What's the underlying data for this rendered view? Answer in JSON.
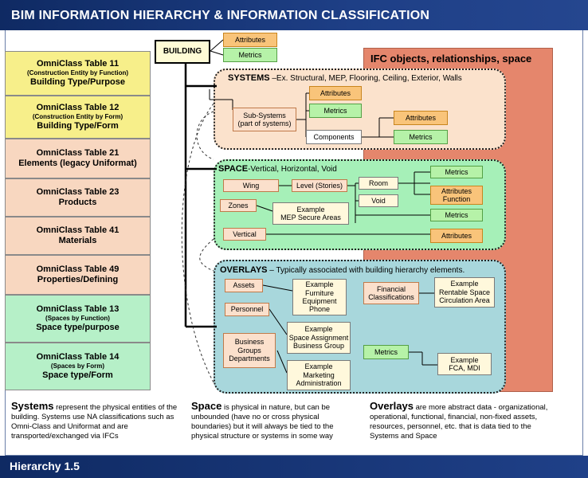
{
  "title": "BIM INFORMATION HIERARCHY & INFORMATION CLASSIFICATION",
  "footer": "Hierarchy 1.5",
  "ifc_label": "IFC objects, relationships, space",
  "tables": [
    {
      "title": "OmniClass Table 11",
      "sub": "(Construction Entity by Function)",
      "desc": "Building Type/Purpose"
    },
    {
      "title": "OmniClass Table 12",
      "sub": "(Construction Entity by Form)",
      "desc": "Building Type/Form"
    },
    {
      "title": "OmniClass Table 21",
      "sub": "",
      "desc": "Elements (legacy Uniformat)"
    },
    {
      "title": "OmniClass Table 23",
      "sub": "",
      "desc": "Products"
    },
    {
      "title": "OmniClass Table 41",
      "sub": "",
      "desc": "Materials"
    },
    {
      "title": "OmniClass Table 49",
      "sub": "",
      "desc": "Properties/Defining"
    },
    {
      "title": "OmniClass Table 13",
      "sub": "(Spaces by Function)",
      "desc": "Space type/purpose"
    },
    {
      "title": "OmniClass Table 14",
      "sub": "(Spaces by Form)",
      "desc": "Space type/Form"
    }
  ],
  "building": {
    "label": "BUILDING",
    "attributes": "Attributes",
    "metrics": "Metrics"
  },
  "systems": {
    "heading": "SYSTEMS",
    "desc": " –Ex. Structural, MEP, Flooring, Ceiling, Exterior, Walls",
    "subsystems_line1": "Sub-Systems",
    "subsystems_line2": "(part of systems)",
    "attributes": "Attributes",
    "metrics": "Metrics",
    "components": "Components",
    "comp_attributes": "Attributes",
    "comp_metrics": "Metrics"
  },
  "space": {
    "heading": "SPACE",
    "desc": "-Vertical, Horizontal, Void",
    "wing": "Wing",
    "level": "Level (Stories)",
    "room": "Room",
    "void": "Void",
    "zones": "Zones",
    "example_line1": "Example",
    "example_line2": "MEP Secure Areas",
    "vertical": "Vertical",
    "metrics1": "Metrics",
    "attr_fn_line1": "Attributes",
    "attr_fn_line2": "Function",
    "metrics2": "Metrics",
    "attributes2": "Attributes"
  },
  "overlays": {
    "heading": "OVERLAYS",
    "desc": " – Typically associated with building hierarchy elements.",
    "assets": "Assets",
    "assets_ex": [
      "Example",
      "Furniture",
      "Equipment",
      "Phone"
    ],
    "personnel": "Personnel",
    "personnel_ex": [
      "Example",
      "Space Assignment",
      "Business Group"
    ],
    "bgd": [
      "Business",
      "Groups",
      "Departments"
    ],
    "bgd_ex": [
      "Example",
      "Marketing",
      "Administration"
    ],
    "financial": [
      "Financial",
      "Classifications"
    ],
    "fin_ex": [
      "Example",
      "Rentable Space",
      "Circulation Area"
    ],
    "metrics": "Metrics",
    "metrics_ex": [
      "Example",
      "FCA, MDI"
    ]
  },
  "notes": {
    "systems": {
      "head": "Systems",
      "text": " represent the physical entities of the building. Systems use NA classifications such as Omni-Class and Uniformat and are transported/exchanged via IFCs"
    },
    "space": {
      "head": "Space",
      "text": " is physical in nature, but can be unbounded (have no or cross physical boundaries) but it will always be tied to the physical structure or systems in some way"
    },
    "overlays": {
      "head": "Overlays",
      "text": " are more abstract data - organizational, operational, functional, financial, non-fixed assets, resources, personnel, etc. that is data tied to the Systems and Space"
    }
  },
  "colors": {
    "ifc": "#e5866c",
    "systems_bg": "#fbe2cc",
    "space_bg": "#a6f0b8",
    "overlays_bg": "#a8d7dc",
    "header": "#1a3a7e"
  }
}
